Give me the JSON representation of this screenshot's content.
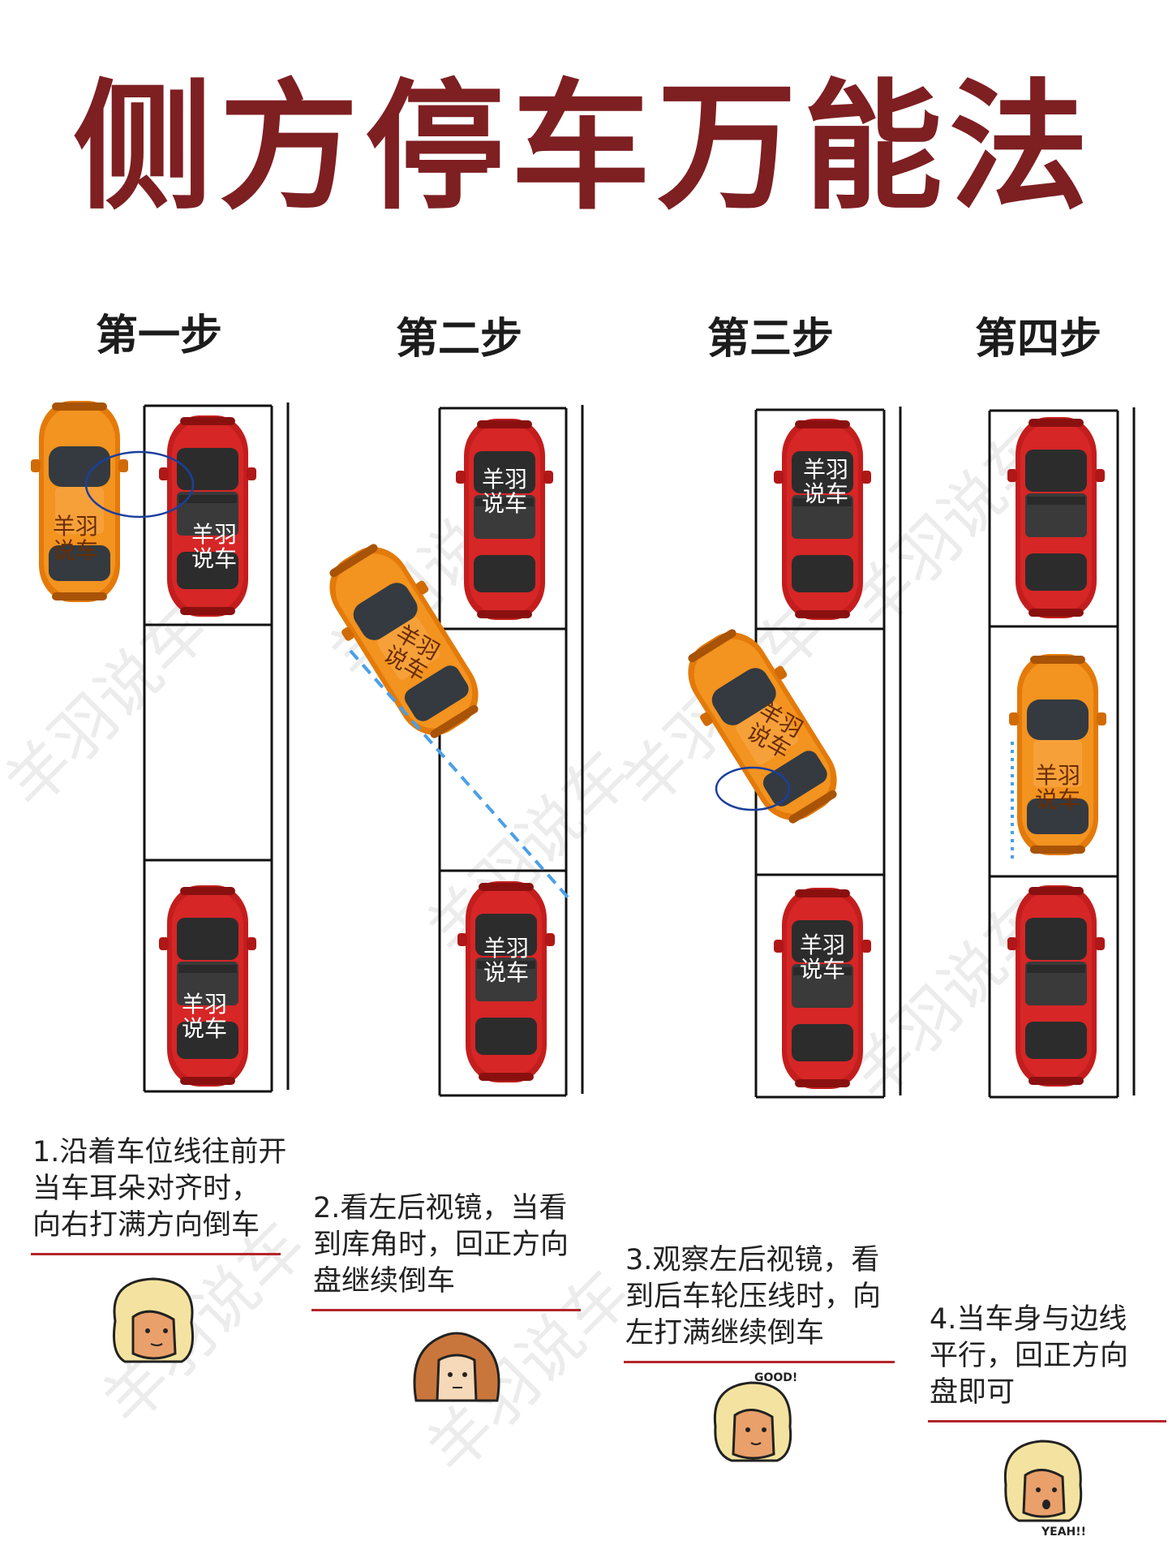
{
  "title": "侧方停车万能法",
  "steps": [
    {
      "label": "第一步",
      "desc": [
        "1.沿着车位线往前开",
        "当车耳朵对齐时，",
        "向右打满方向倒车"
      ]
    },
    {
      "label": "第二步",
      "desc": [
        "2.看左后视镜，当看",
        "到库角时，回正方向",
        "盘继续倒车"
      ]
    },
    {
      "label": "第三步",
      "desc": [
        "3.观察左后视镜，看",
        "到后车轮压线时，向",
        "左打满继续倒车"
      ]
    },
    {
      "label": "第四步",
      "desc": [
        "4.当车身与边线",
        "平行，回正方向",
        "盘即可"
      ]
    }
  ],
  "car_sticker": [
    "羊羽",
    "说车"
  ],
  "watermark": "羊羽说车",
  "stickers": {
    "good": "GOOD!",
    "yeah": "YEAH!!"
  },
  "colors": {
    "title": "#7e1f22",
    "red_car": "#c41d1d",
    "orange_car": "#f18a12",
    "line": "#b3262b",
    "guide": "#4a9fe8",
    "circle": "#1b3f9c"
  }
}
